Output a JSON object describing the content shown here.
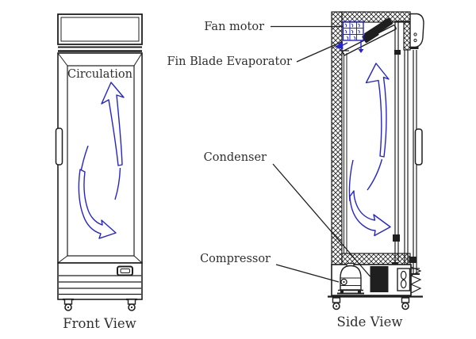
{
  "colors": {
    "line": "#1f1f1f",
    "arrow": "#2424d0",
    "text": "#2e2e2e",
    "background": "#ffffff"
  },
  "callouts": {
    "fan_motor": "Fan motor",
    "fin_blade_evaporator": "Fin Blade Evaporator",
    "condenser": "Condenser",
    "compressor": "Compressor"
  },
  "front_view": {
    "interior_label": "Circulation",
    "caption": "Front View"
  },
  "side_view": {
    "caption": "Side View"
  }
}
